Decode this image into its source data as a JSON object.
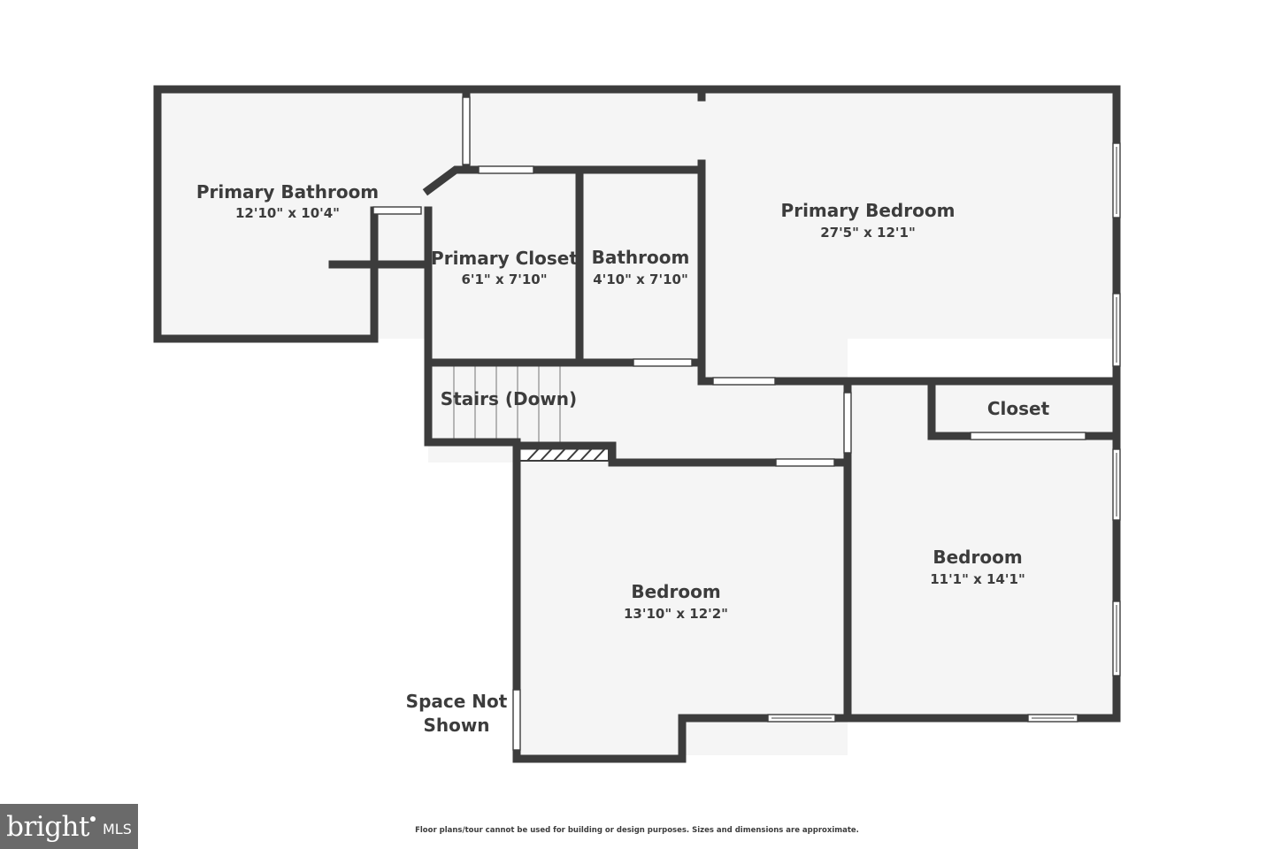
{
  "rooms": {
    "primary_bathroom": {
      "name": "Primary Bathroom",
      "dims": "12'10\" x 10'4\""
    },
    "primary_closet": {
      "name": "Primary Closet",
      "dims": "6'1\" x 7'10\""
    },
    "bathroom": {
      "name": "Bathroom",
      "dims": "4'10\" x 7'10\""
    },
    "primary_bedroom": {
      "name": "Primary Bedroom",
      "dims": "27'5\" x 12'1\""
    },
    "stairs": {
      "name": "Stairs (Down)"
    },
    "closet": {
      "name": "Closet"
    },
    "bedroom_1": {
      "name": "Bedroom",
      "dims": "13'10\" x 12'2\""
    },
    "bedroom_2": {
      "name": "Bedroom",
      "dims": "11'1\" x 14'1\""
    }
  },
  "notes": {
    "space_not_shown_line1": "Space Not",
    "space_not_shown_line2": "Shown"
  },
  "disclaimer": "Floor plans/tour cannot be used for building or design purposes. Sizes and dimensions are approximate.",
  "logo": {
    "word": "bright",
    "suffix": "MLS"
  },
  "colors": {
    "wall": "#3c3c3c",
    "floor": "#f5f5f5",
    "logo_bg": "#6a6a6a"
  }
}
